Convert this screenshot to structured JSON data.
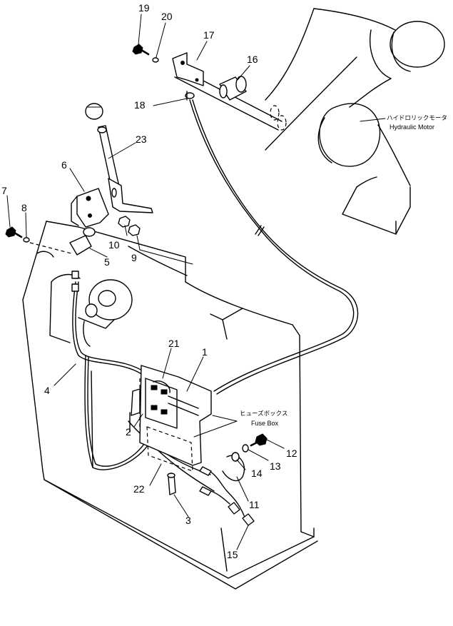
{
  "callouts": [
    {
      "id": "c19",
      "label": "19"
    },
    {
      "id": "c20",
      "label": "20"
    },
    {
      "id": "c17",
      "label": "17"
    },
    {
      "id": "c16",
      "label": "16"
    },
    {
      "id": "c18",
      "label": "18"
    },
    {
      "id": "c23",
      "label": "23"
    },
    {
      "id": "c6",
      "label": "6"
    },
    {
      "id": "c7",
      "label": "7"
    },
    {
      "id": "c8",
      "label": "8"
    },
    {
      "id": "c10",
      "label": "10"
    },
    {
      "id": "c9",
      "label": "9"
    },
    {
      "id": "c5",
      "label": "5"
    },
    {
      "id": "c21",
      "label": "21"
    },
    {
      "id": "c1",
      "label": "1"
    },
    {
      "id": "c4",
      "label": "4"
    },
    {
      "id": "c2",
      "label": "2"
    },
    {
      "id": "c12",
      "label": "12"
    },
    {
      "id": "c13",
      "label": "13"
    },
    {
      "id": "c14",
      "label": "14"
    },
    {
      "id": "c22",
      "label": "22"
    },
    {
      "id": "c11",
      "label": "11"
    },
    {
      "id": "c3",
      "label": "3"
    },
    {
      "id": "c15",
      "label": "15"
    }
  ],
  "captions": {
    "hydraulic_motor_jp": "ハイドロリックモータ",
    "hydraulic_motor_en": "Hydraulic Motor",
    "fuse_box_jp": "ヒューズボックス",
    "fuse_box_en": "Fuse Box"
  }
}
